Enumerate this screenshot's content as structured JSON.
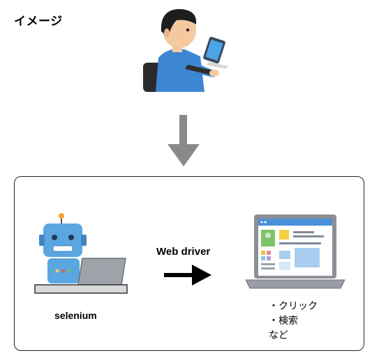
{
  "title": "イメージ",
  "robot": {
    "label": "selenium"
  },
  "connector": {
    "label": "Web driver"
  },
  "actions": {
    "items": [
      "・クリック",
      "・検索"
    ],
    "suffix": "など"
  },
  "colors": {
    "arrow_gray": "#8a8a8a",
    "shirt_blue": "#3c86d4",
    "robot_blue": "#5aa6e0",
    "screen_header": "#4a90d9",
    "laptop_gray": "#8c8f96"
  }
}
